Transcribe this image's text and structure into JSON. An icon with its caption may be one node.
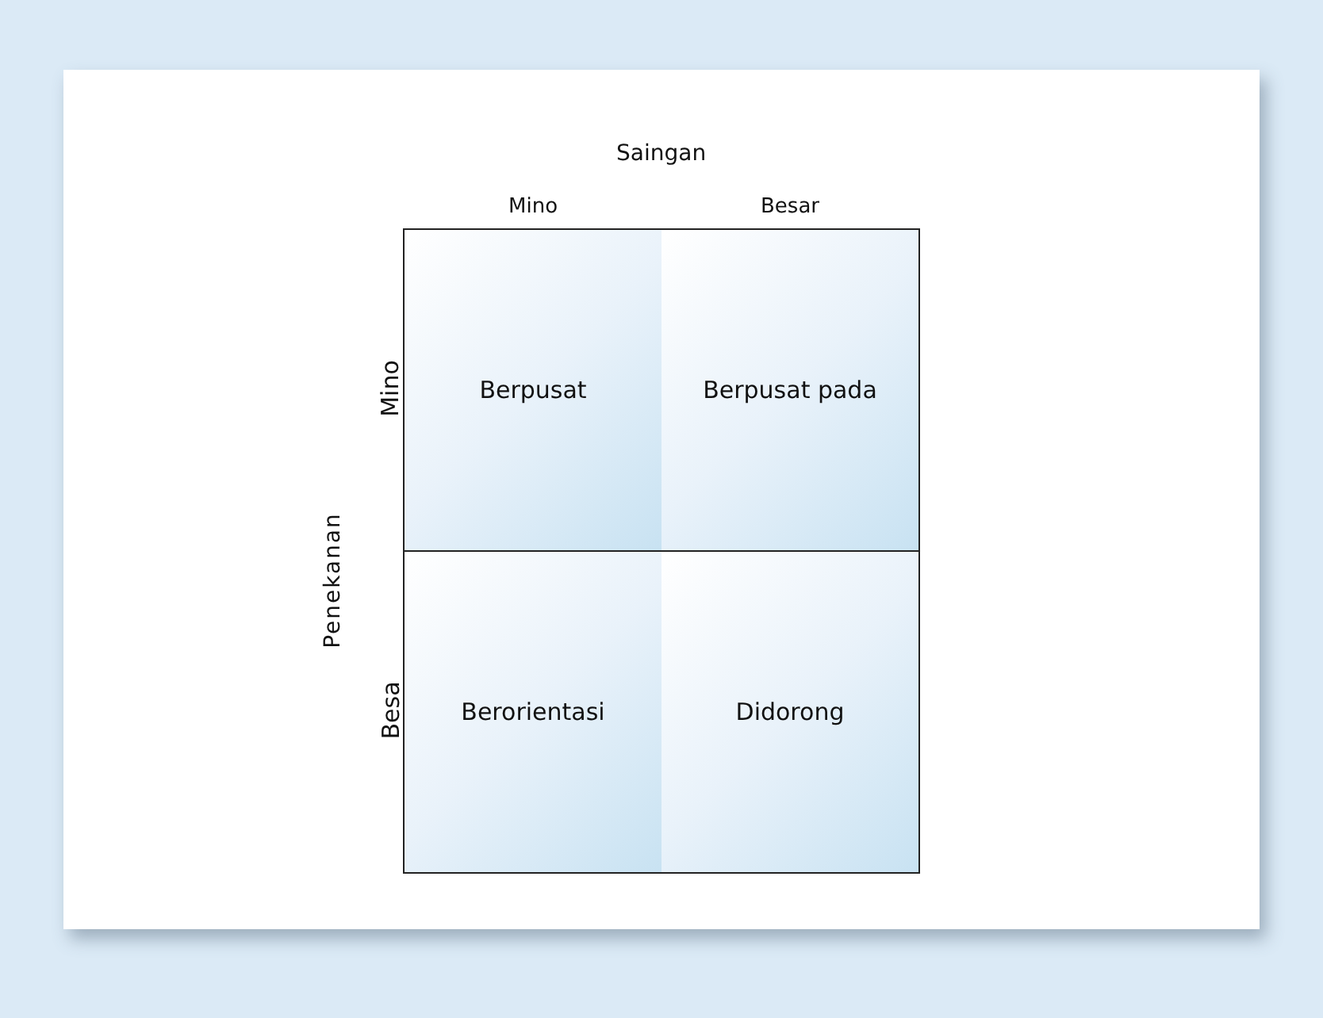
{
  "diagram": {
    "nodes": [
      {
        "text": [
          "Berpusat"
        ]
      },
      {
        "text": [
          "Berpusat pada"
        ]
      },
      {
        "text": [
          "Berorientasi"
        ]
      },
      {
        "text": [
          "Didorong"
        ]
      }
    ],
    "labels": [
      "Saingan",
      "Mino",
      "Besar",
      "Penekanan",
      "Mino",
      "Besa"
    ]
  }
}
